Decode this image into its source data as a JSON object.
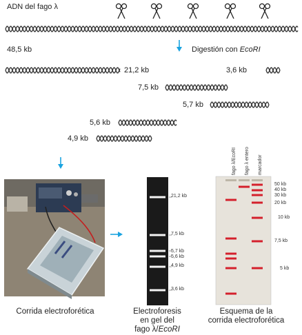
{
  "diagram": {
    "title_prefix": "ADN del fago",
    "title_lambda": "λ",
    "full_length": "48,5 kb",
    "digestion_prefix": "Digestión con",
    "digestion_enzyme": "EcoRI",
    "fragments": [
      "21,2 kb",
      "3,6 kb",
      "7,5 kb",
      "5,7 kb",
      "5,6 kb",
      "4,9 kb"
    ],
    "photo_caption": "Corrida electroforética",
    "gel_caption_line1": "Electroforesis",
    "gel_caption_line2": "en gel del",
    "gel_caption_line3_prefix": "fago λ/",
    "gel_caption_line3_enzyme": "EcoRI",
    "schema_caption_line1": "Esquema de la",
    "schema_caption_line2": "corrida electroforética",
    "gel_band_labels": [
      "21,2 kb",
      "7,5 kb",
      "5,7 kb",
      "5,6 kb",
      "4,9 kb",
      "3,6 kb"
    ],
    "lane_labels": [
      "fago λ/EcoRI",
      "fago λ entero",
      "marcador"
    ],
    "marker_labels": [
      "50 kb",
      "40 kb",
      "30 kb",
      "20 kb",
      "10 kb",
      "7,5 kb",
      "5 kb"
    ]
  },
  "colors": {
    "arrow": "#1aa3e0",
    "dna": "#333333",
    "gel": "#1a1a1a",
    "band_red": "#d4202c"
  }
}
